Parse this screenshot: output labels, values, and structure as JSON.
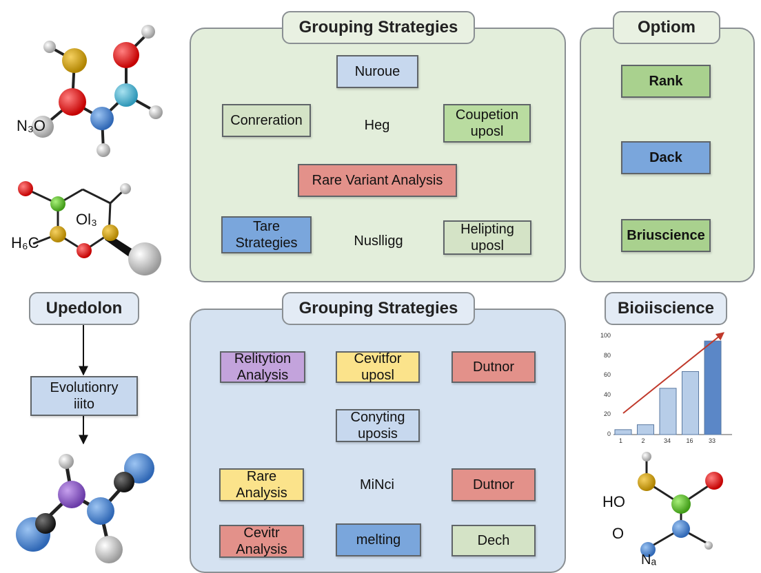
{
  "panels": {
    "top_left_title": "Grouping Strategies",
    "top_right_title": "Optiom",
    "bottom_left_title": "Upedolon",
    "bottom_center_title": "Grouping Strategies",
    "bottom_right_title": "Bioiiscience"
  },
  "top_left": {
    "nurone": "Nuroue",
    "conteration": "Conreration",
    "heg": "Heg",
    "coupetion": "Coupetion\nuposl",
    "rare_variant": "Rare Variant Analysis",
    "tare": "Tare\nStrategies",
    "nuslligg": "Nuslligg",
    "helipting": "Helipting\nuposl"
  },
  "top_right": {
    "rank": "Rank",
    "dack": "Dack",
    "briuscience": "Briuscience"
  },
  "bottom_left": {
    "evolutionary": "Evolutionry\niiito"
  },
  "bottom_center": {
    "relitytion": "Relitytion\nAnalysis",
    "cevitfor": "Cevitfor\nuposl",
    "dutnor_top": "Dutnor",
    "conyting": "Conyting\nuposis",
    "rare_analysis": "Rare\nAnalysis",
    "minci": "MiNci",
    "dutnor_mid": "Dutnor",
    "cevitr": "Cevitr\nAnalysis",
    "melting": "melting",
    "dech": "Dech"
  },
  "molecule_labels": {
    "m1": "N₃O",
    "m2_ol": "Ol₃",
    "m2_h": "H₆C",
    "m4_ho": "HO",
    "m4_o": "O",
    "m4_n": "Nₐ"
  },
  "chart_data": {
    "type": "bar",
    "categories": [
      "1",
      "2",
      "34",
      "16",
      "33"
    ],
    "values": [
      5,
      10,
      47,
      64,
      95
    ],
    "yticks": [
      "100",
      "80",
      "60",
      "40",
      "20",
      "0"
    ],
    "ylim": [
      0,
      100
    ],
    "trend_arrow": true,
    "colors": {
      "bars": "#b7cde8",
      "last_bar": "#5b87c7",
      "arrow": "#c0392b"
    }
  }
}
